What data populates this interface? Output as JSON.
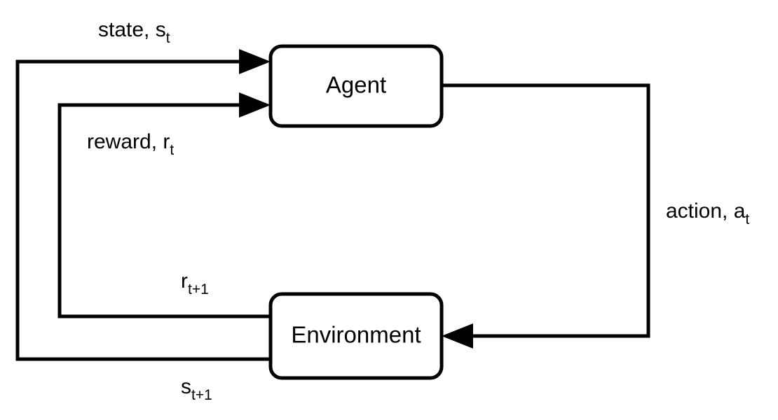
{
  "diagram": {
    "title": "reinforcement-learning-agent-environment-loop",
    "background_color": "#ffffff",
    "stroke_color": "#000000",
    "nodes": [
      {
        "id": "agent",
        "label": "Agent"
      },
      {
        "id": "environment",
        "label": "Environment"
      }
    ],
    "edges": [
      {
        "id": "state-in",
        "label_main": "state, s",
        "label_sub": "t",
        "from": "environment",
        "to": "agent"
      },
      {
        "id": "reward-in",
        "label_main": "reward, r",
        "label_sub": "t",
        "from": "environment",
        "to": "agent"
      },
      {
        "id": "action-out",
        "label_main": "action, a",
        "label_sub": "t",
        "from": "agent",
        "to": "environment"
      },
      {
        "id": "reward-next",
        "label_main": "r",
        "label_sub": "t+1",
        "from": "environment",
        "to": "agent"
      },
      {
        "id": "state-next",
        "label_main": "s",
        "label_sub": "t+1",
        "from": "environment",
        "to": "agent"
      }
    ]
  }
}
